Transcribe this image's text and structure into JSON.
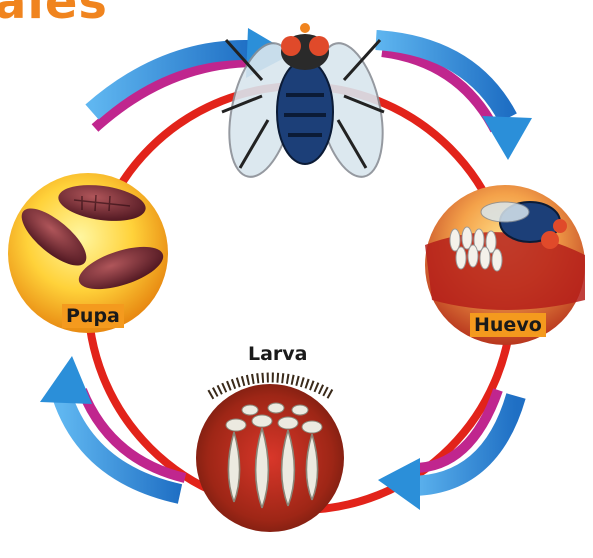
{
  "title_fragment": "ales",
  "stages": {
    "pupa": {
      "label": "Pupa"
    },
    "huevo": {
      "label": "Huevo"
    },
    "larva": {
      "label": "Larva"
    },
    "adult": {
      "label": ""
    }
  },
  "colors": {
    "title": "#f0841e",
    "cycle_ring": "#e2231a",
    "arrow_blue": "#2b8fd9",
    "arrow_magenta": "#c0268e",
    "label_box": "#f49a1e"
  }
}
